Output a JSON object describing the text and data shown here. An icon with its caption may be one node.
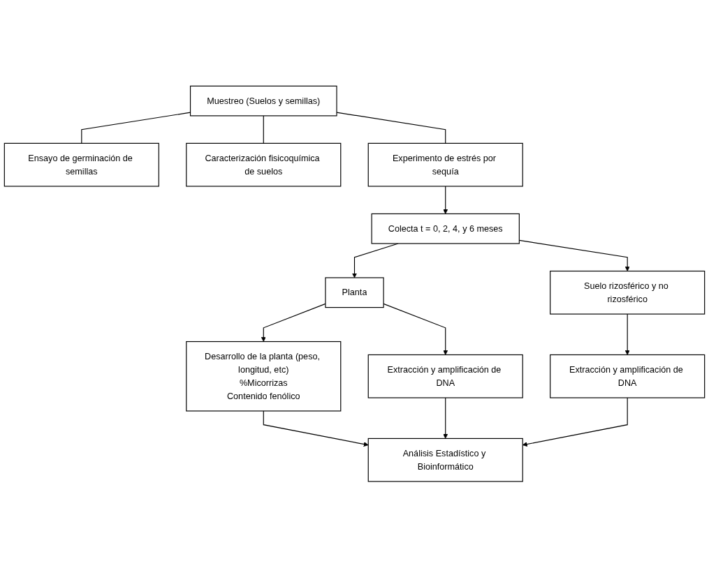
{
  "diagram": {
    "nodes": [
      {
        "text": [
          "Muestreo (Suelos y semillas)"
        ]
      },
      {
        "text": [
          "Ensayo de germinación de semillas"
        ]
      },
      {
        "text": [
          "Caracterización fisicoquímica de suelos"
        ]
      },
      {
        "text": [
          "Experimento de estrés por sequía"
        ]
      },
      {
        "text": [
          "Colecta t = 0, 2, 4, y 6 meses"
        ]
      },
      {
        "text": [
          "Planta"
        ]
      },
      {
        "text": [
          "Suelo rizosférico y no rizosférico"
        ]
      },
      {
        "text": [
          "Desarrollo de la planta (peso, longitud, etc)",
          "%Micorrizas",
          "Contenido fenólico"
        ]
      },
      {
        "text": [
          "Extracción y amplificación de DNA"
        ]
      },
      {
        "text": [
          "Extracción y amplificación de DNA"
        ]
      },
      {
        "text": [
          "Análisis Estadístico y Bioinformático"
        ]
      }
    ],
    "edges": [
      {
        "from": 0,
        "to": 1,
        "arrow": "none"
      },
      {
        "from": 0,
        "to": 2,
        "arrow": "none"
      },
      {
        "from": 0,
        "to": 3,
        "arrow": "none"
      },
      {
        "from": 3,
        "to": 4,
        "arrow": "to"
      },
      {
        "from": 4,
        "to": 5,
        "arrow": "to"
      },
      {
        "from": 4,
        "to": 6,
        "arrow": "to"
      },
      {
        "from": 5,
        "to": 7,
        "arrow": "to"
      },
      {
        "from": 5,
        "to": 8,
        "arrow": "to"
      },
      {
        "from": 6,
        "to": 9,
        "arrow": "to"
      },
      {
        "from": 7,
        "to": 10,
        "arrow": "to"
      },
      {
        "from": 8,
        "to": 10,
        "arrow": "to"
      },
      {
        "from": 9,
        "to": 10,
        "arrow": "to"
      }
    ]
  }
}
